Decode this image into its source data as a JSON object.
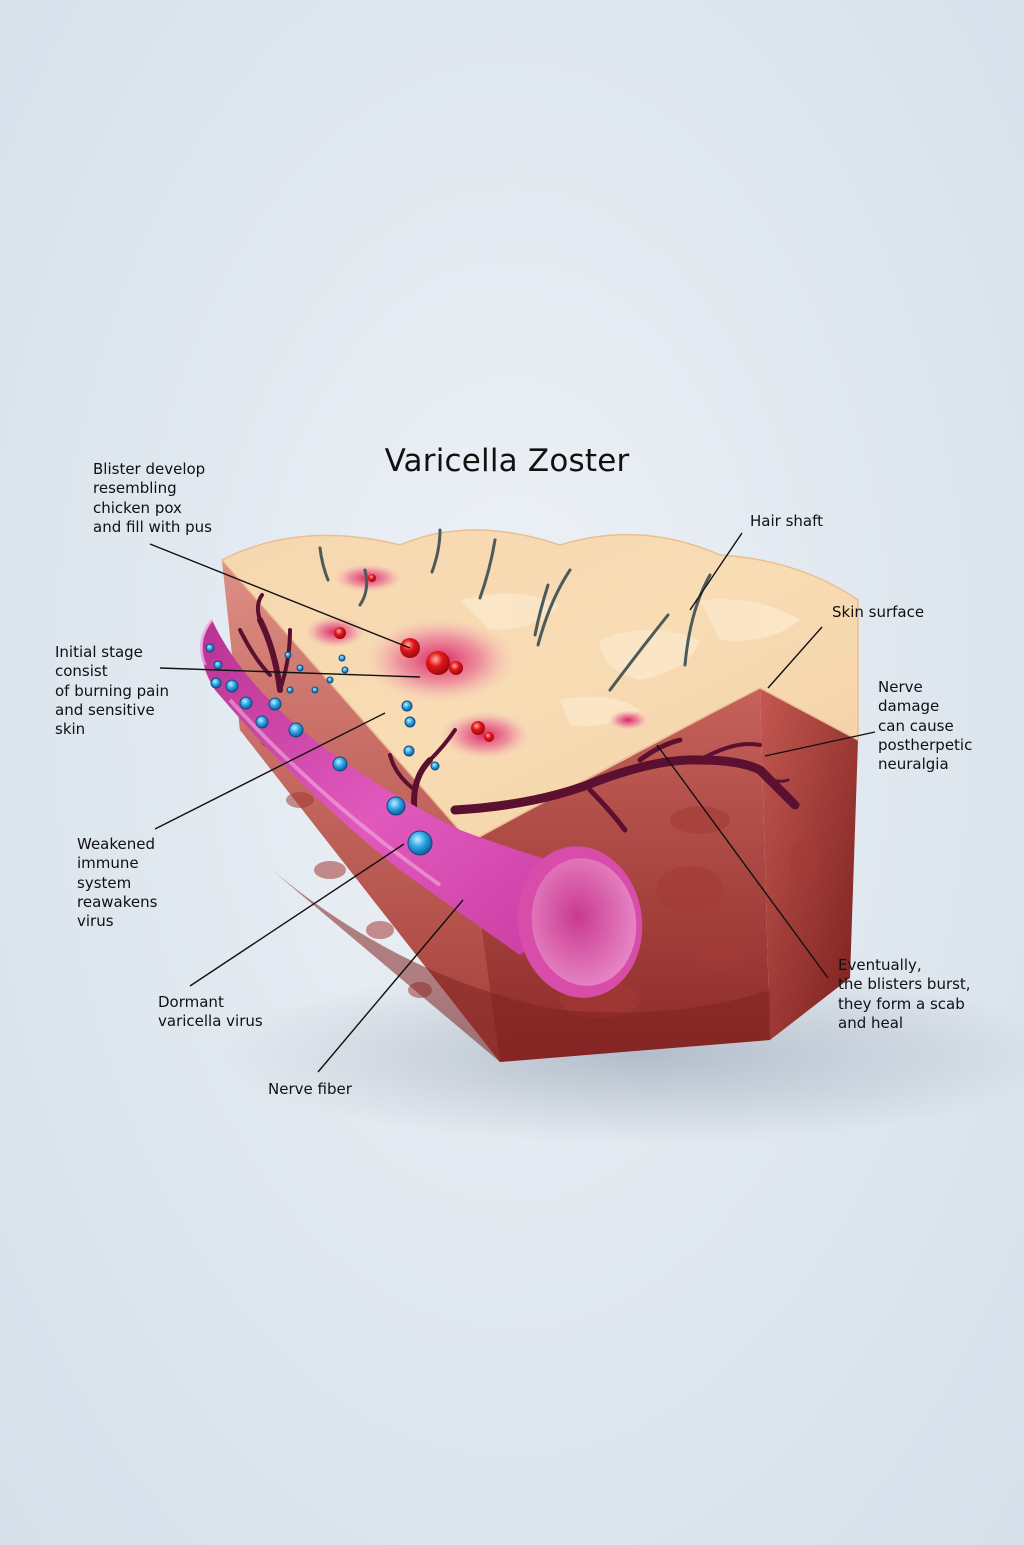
{
  "title": "Varicella Zoster",
  "labels": {
    "blister": [
      "Blister develop",
      "resembling",
      "chicken pox",
      "and fill with pus"
    ],
    "initial": [
      "Initial stage",
      "consist",
      "of burning pain",
      "and sensitive",
      "skin"
    ],
    "weakened": [
      "Weakened",
      "immune",
      "system",
      "reawakens",
      "virus"
    ],
    "dormant": [
      "Dormant",
      "varicella virus"
    ],
    "nerve_fiber": [
      "Nerve fiber"
    ],
    "hair_shaft": [
      "Hair shaft"
    ],
    "skin_surface": [
      "Skin surface"
    ],
    "nerve_damage": [
      "Nerve",
      "damage",
      "can cause",
      "postherpetic",
      "neuralgia"
    ],
    "eventually": [
      "Eventually,",
      "the blisters burst,",
      "they form a scab",
      "and heal"
    ]
  },
  "colors": {
    "skin_top": "#f7d6ae",
    "skin_front": "#c8625d",
    "dermis_dark": "#7a1f20",
    "nerve": "#d846b0",
    "virus": "#2fa6e6",
    "blister": "#e3161c",
    "vein": "#5c1030"
  }
}
